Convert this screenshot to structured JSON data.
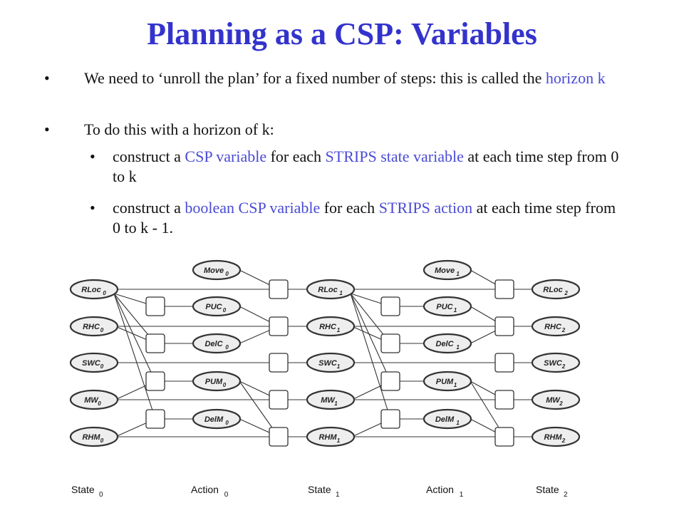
{
  "title": "Planning as a CSP: Variables",
  "bullets": [
    {
      "level": 1,
      "parts": [
        {
          "text": "We need to ‘unroll the plan’ for a fixed number of steps:  this is called the ",
          "highlight": false
        },
        {
          "text": "horizon k",
          "highlight": true
        }
      ]
    },
    {
      "level": 1,
      "parts": [
        {
          "text": "To do this with a horizon of k:",
          "highlight": false
        }
      ]
    },
    {
      "level": 2,
      "parts": [
        {
          "text": "construct a ",
          "highlight": false
        },
        {
          "text": "CSP variable",
          "highlight": true
        },
        {
          "text": " for each ",
          "highlight": false
        },
        {
          "text": "STRIPS state variable",
          "highlight": true
        },
        {
          "text": " at each time step from 0 to k",
          "highlight": false
        }
      ]
    },
    {
      "level": 2,
      "parts": [
        {
          "text": "construct a ",
          "highlight": false
        },
        {
          "text": "boolean CSP variable",
          "highlight": true
        },
        {
          "text": " for each ",
          "highlight": false
        },
        {
          "text": "STRIPS action",
          "highlight": true
        },
        {
          "text": " at each time step from 0 to k - 1.",
          "highlight": false
        }
      ]
    }
  ],
  "diagram": {
    "state_vars": [
      "RLoc",
      "RHC",
      "SWC",
      "MW",
      "RHM"
    ],
    "action_vars": [
      "Move",
      "PUC",
      "DelC",
      "PUM",
      "DelM"
    ],
    "columns": [
      {
        "label": "State",
        "sub": "0"
      },
      {
        "label": "Action",
        "sub": "0"
      },
      {
        "label": "State",
        "sub": "1"
      },
      {
        "label": "Action",
        "sub": "1"
      },
      {
        "label": "State",
        "sub": "2"
      }
    ]
  },
  "colors": {
    "title": "#3333cc",
    "highlight": "#4a4ad6",
    "node_fill": "#eeeeee",
    "line": "#333333"
  }
}
